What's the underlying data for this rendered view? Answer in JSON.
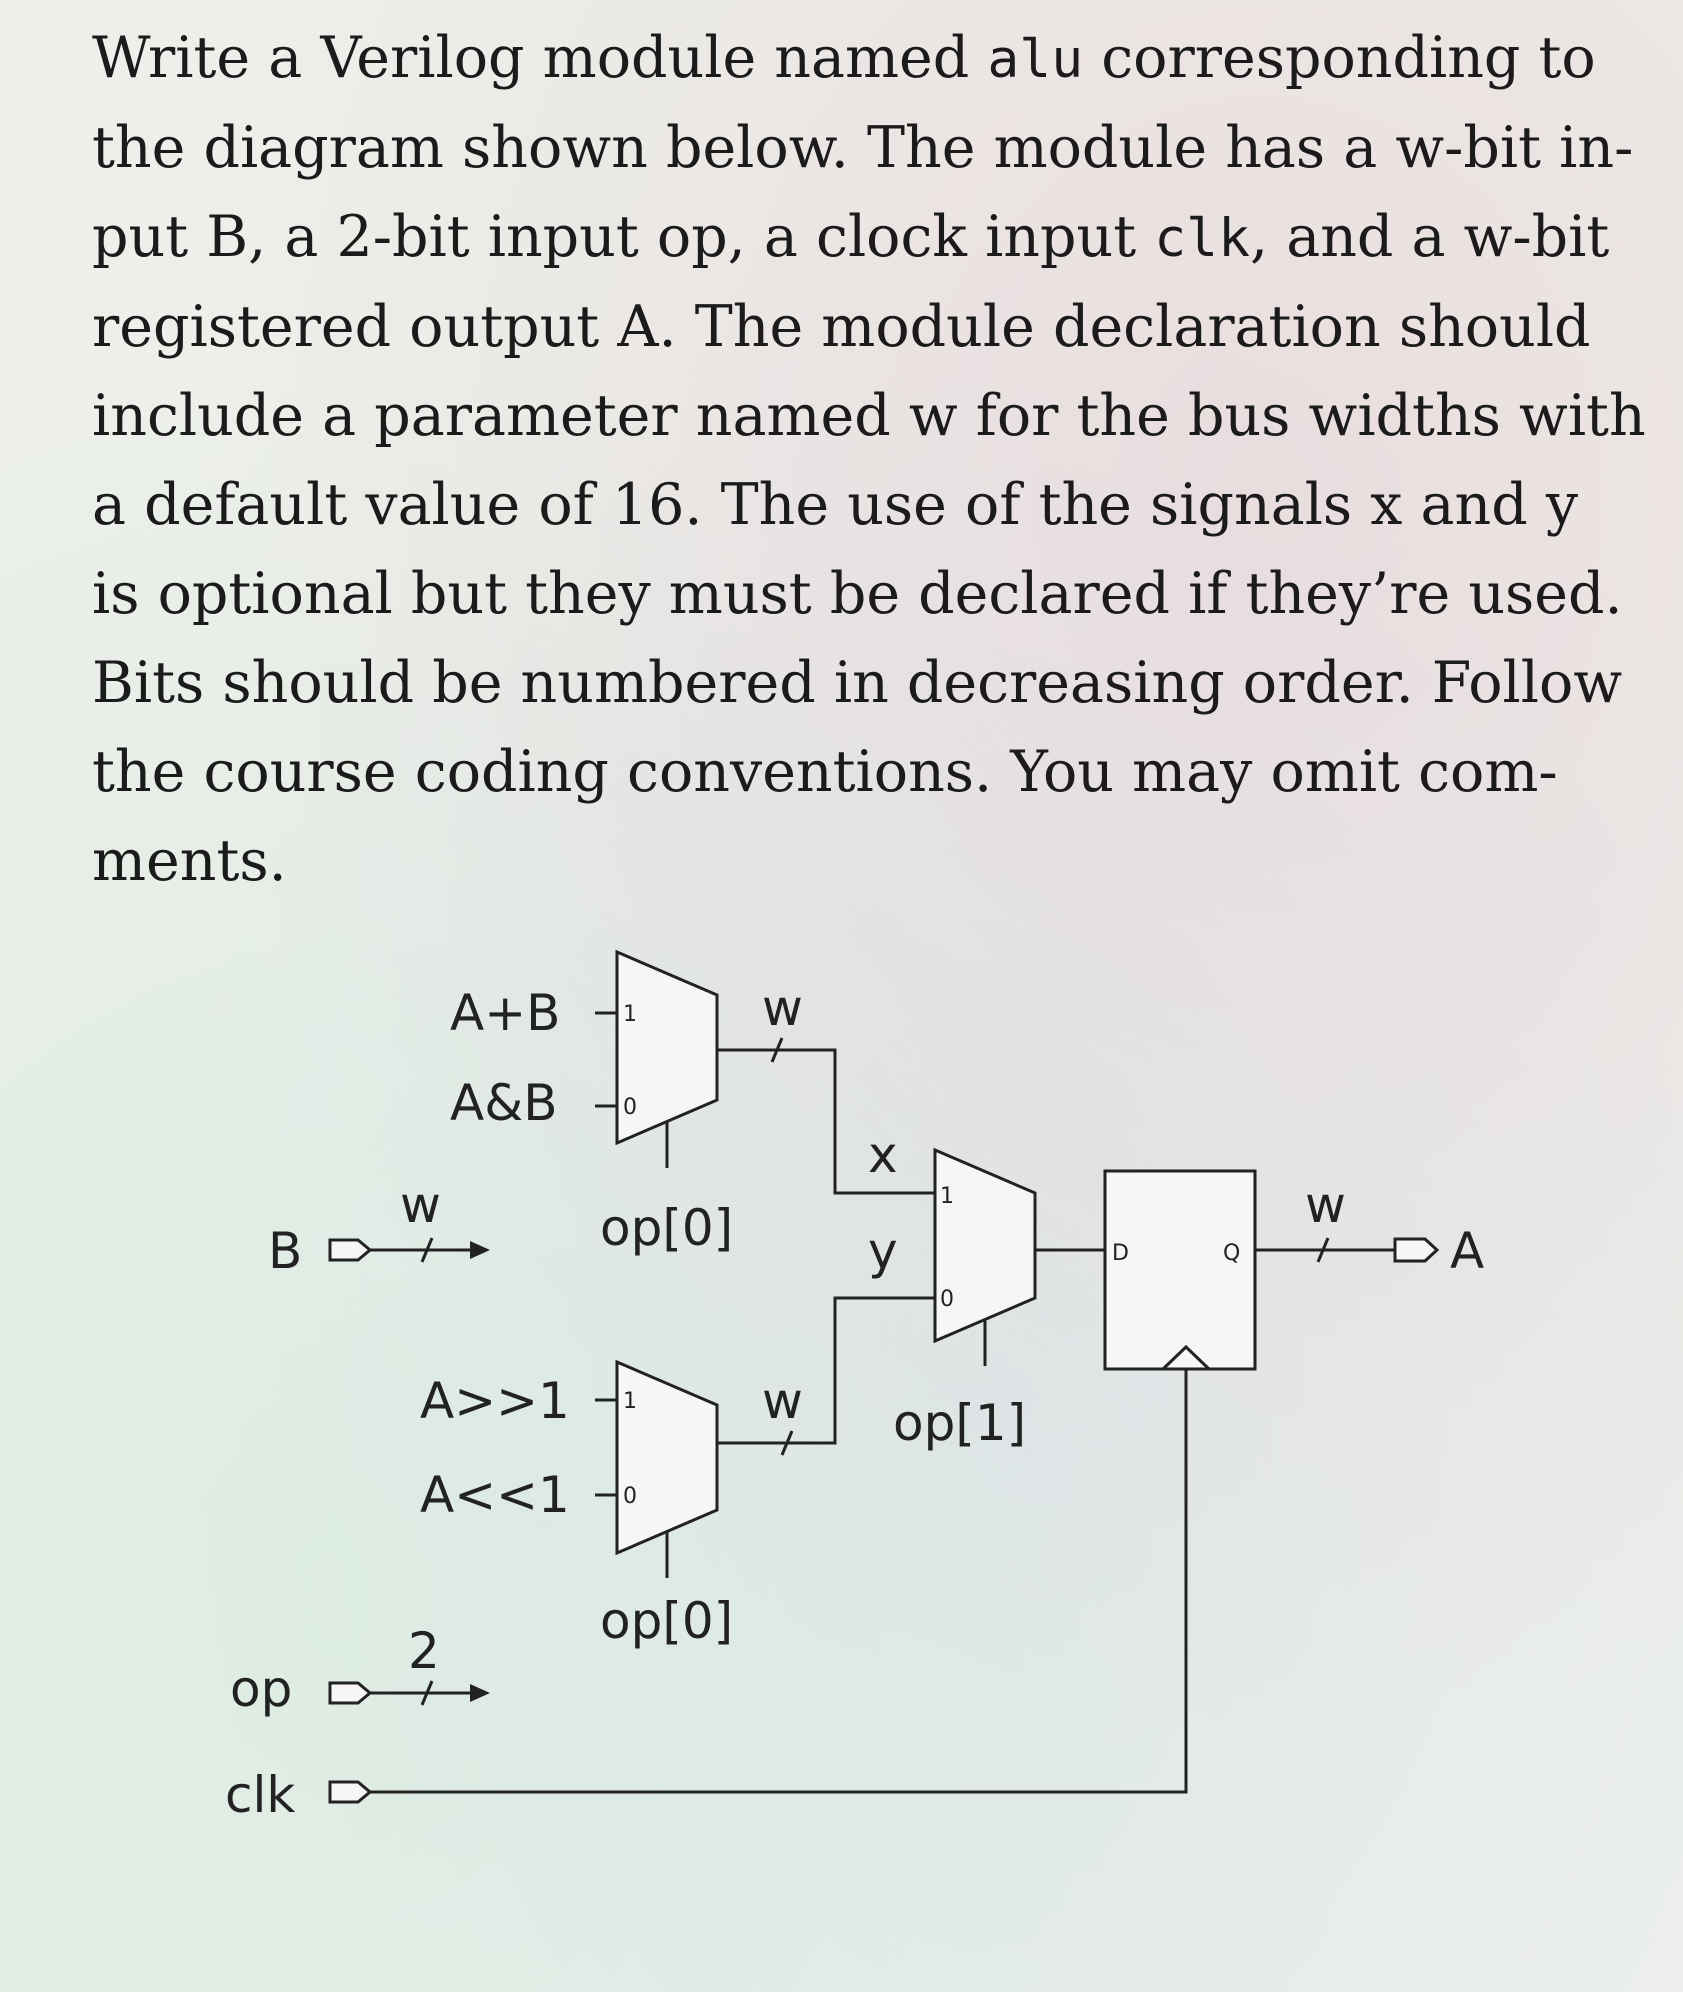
{
  "question": {
    "line1a": "Write a Verilog module named ",
    "line1b": "alu",
    "line1c": " corresponding to",
    "line2": "the diagram shown below. The module has a w-bit in-",
    "line3a": "put B, a 2-bit input op, a clock input ",
    "line3b": "clk",
    "line3c": ", and a w-bit",
    "line4": "registered output A. The module declaration should",
    "line5": "include a parameter named w for the bus widths with",
    "line6": "a default value of 16. The use of the signals x and y",
    "line7": "is optional but they must be declared if they’re used.",
    "line8": "Bits should be numbered in decreasing order. Follow",
    "line9": "the course coding conventions. You may omit com-",
    "line10": "ments."
  },
  "diagram": {
    "mux1_in1": "A+B",
    "mux1_in0": "A&B",
    "mux1_pin1": "1",
    "mux1_pin0": "0",
    "mux1_out_width": "w",
    "mux1_sel": "op[0]",
    "signal_x": "x",
    "signal_y": "y",
    "mux3_pin1": "1",
    "mux3_pin0": "0",
    "mux3_sel": "op[1]",
    "mux2_in1": "A>>1",
    "mux2_in0": "A<<1",
    "mux2_pin1": "1",
    "mux2_pin0": "0",
    "mux2_out_width": "w",
    "mux2_sel": "op[0]",
    "reg_d": "D",
    "reg_q": "Q",
    "out_width": "w",
    "out_name": "A",
    "in_b_name": "B",
    "in_b_width": "w",
    "in_op_name": "op",
    "in_op_width": "2",
    "in_clk_name": "clk"
  }
}
